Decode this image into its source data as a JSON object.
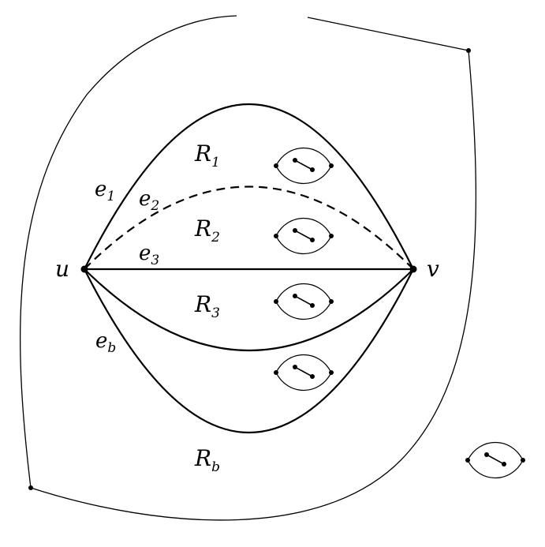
{
  "vertices": {
    "u": "u",
    "v": "v"
  },
  "edges": {
    "e1": {
      "base": "e",
      "sub": "1"
    },
    "e2": {
      "base": "e",
      "sub": "2"
    },
    "e3": {
      "base": "e",
      "sub": "3"
    },
    "eb": {
      "base": "e",
      "sub": "b"
    }
  },
  "regions": {
    "r1": {
      "base": "R",
      "sub": "1"
    },
    "r2": {
      "base": "R",
      "sub": "2"
    },
    "r3": {
      "base": "R",
      "sub": "3"
    },
    "rb": {
      "base": "R",
      "sub": "b"
    }
  },
  "colors": {
    "stroke": "#000000",
    "background": "#ffffff"
  }
}
